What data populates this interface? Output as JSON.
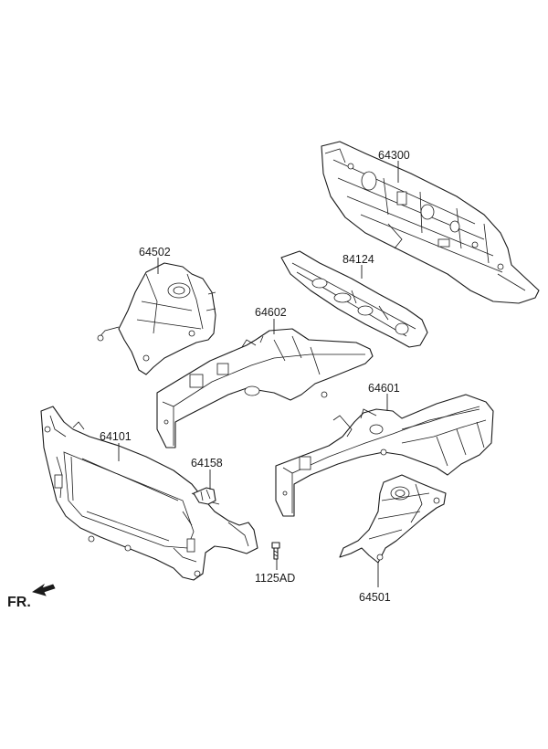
{
  "parts": [
    {
      "id": "64300",
      "label": "64300"
    },
    {
      "id": "84124",
      "label": "84124"
    },
    {
      "id": "64502",
      "label": "64502"
    },
    {
      "id": "64602",
      "label": "64602"
    },
    {
      "id": "64601",
      "label": "64601"
    },
    {
      "id": "64101",
      "label": "64101"
    },
    {
      "id": "64158",
      "label": "64158"
    },
    {
      "id": "1125AD",
      "label": "1125AD"
    },
    {
      "id": "64501",
      "label": "64501"
    }
  ],
  "direction": {
    "label": "FR."
  }
}
